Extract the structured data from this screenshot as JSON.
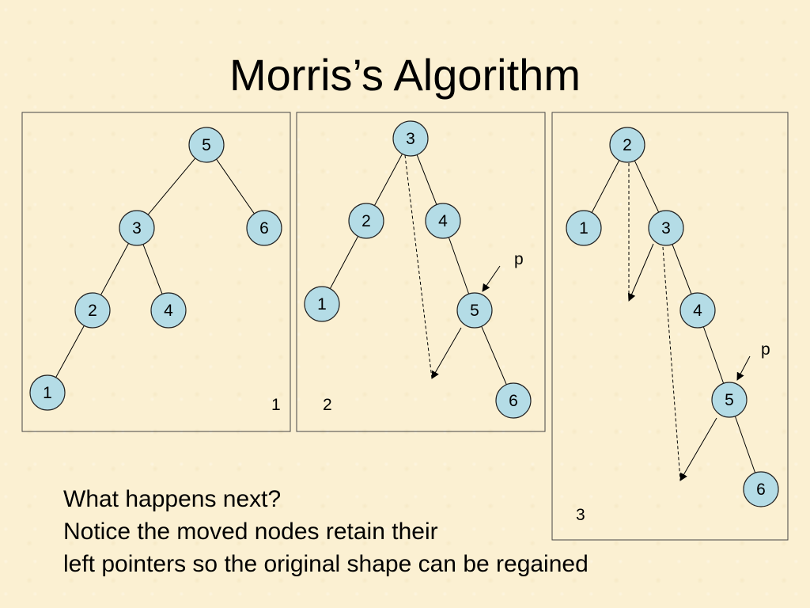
{
  "title": "Morris’s Algorithm",
  "panels": [
    {
      "id": "panel-1",
      "number": "1",
      "nodes": [
        {
          "id": "n5",
          "label": "5"
        },
        {
          "id": "n3",
          "label": "3"
        },
        {
          "id": "n6",
          "label": "6"
        },
        {
          "id": "n2",
          "label": "2"
        },
        {
          "id": "n4",
          "label": "4"
        },
        {
          "id": "n1",
          "label": "1"
        }
      ],
      "edges": [
        [
          "n5",
          "n3"
        ],
        [
          "n5",
          "n6"
        ],
        [
          "n3",
          "n2"
        ],
        [
          "n3",
          "n4"
        ],
        [
          "n2",
          "n1"
        ]
      ],
      "threads": [],
      "pointer_label": ""
    },
    {
      "id": "panel-2",
      "number": "2",
      "nodes": [
        {
          "id": "n3",
          "label": "3"
        },
        {
          "id": "n2",
          "label": "2"
        },
        {
          "id": "n4",
          "label": "4"
        },
        {
          "id": "n1",
          "label": "1"
        },
        {
          "id": "n5",
          "label": "5"
        },
        {
          "id": "n6",
          "label": "6"
        }
      ],
      "edges": [
        [
          "n3",
          "n2"
        ],
        [
          "n3",
          "n4"
        ],
        [
          "n2",
          "n1"
        ],
        [
          "n4",
          "n5"
        ],
        [
          "n5",
          "n6"
        ]
      ],
      "threads": [
        [
          "n3",
          "n5"
        ]
      ],
      "pointer_label": "p",
      "pointer_target": "n5"
    },
    {
      "id": "panel-3",
      "number": "3",
      "nodes": [
        {
          "id": "n2",
          "label": "2"
        },
        {
          "id": "n1",
          "label": "1"
        },
        {
          "id": "n3",
          "label": "3"
        },
        {
          "id": "n4",
          "label": "4"
        },
        {
          "id": "n5",
          "label": "5"
        },
        {
          "id": "n6",
          "label": "6"
        }
      ],
      "edges": [
        [
          "n2",
          "n1"
        ],
        [
          "n2",
          "n3"
        ],
        [
          "n3",
          "n4"
        ],
        [
          "n4",
          "n5"
        ],
        [
          "n5",
          "n6"
        ]
      ],
      "threads": [
        [
          "n2",
          "n3"
        ],
        [
          "n3",
          "n5"
        ]
      ],
      "pointer_label": "p",
      "pointer_target": "n5"
    }
  ],
  "caption": {
    "line1": "What happens next?",
    "line2": "Notice the moved nodes retain their",
    "line3": "left pointers so the original shape can be regained"
  }
}
